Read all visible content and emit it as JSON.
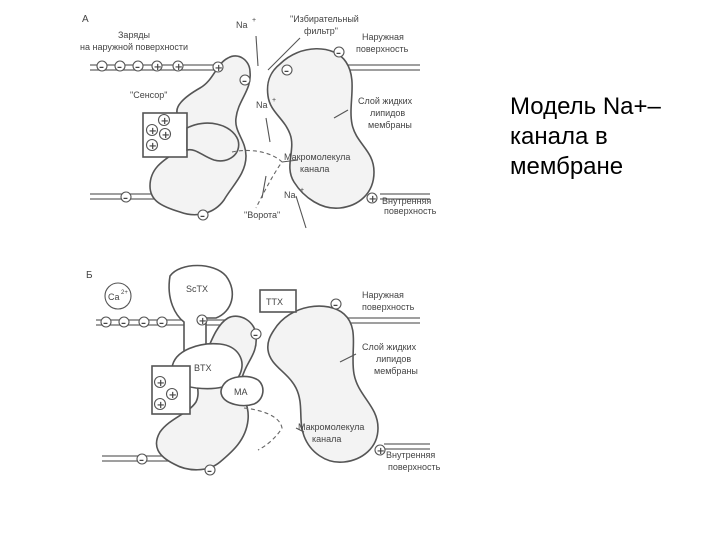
{
  "slide": {
    "title": "Модель Na+–\nканала в\nмембране"
  },
  "panel_a": {
    "letter": "А",
    "charges_outer": [
      "Заряды",
      "на наружной поверхности"
    ],
    "na_top": "Na",
    "na_top_sup": "+",
    "filter": [
      "\"Избирательный",
      "фильтр\""
    ],
    "outer_surface": [
      "Наружная",
      "поверхность"
    ],
    "sensor": "\"Сенсор\"",
    "na_mid": "Na",
    "na_mid_sup": "+",
    "lipid_layer": [
      "Слой жидких",
      "липидов",
      "мембраны"
    ],
    "macromolecule": [
      "Макромолекула",
      "канала"
    ],
    "na_bottom": "Na",
    "na_bottom_sup": "+",
    "inner_surface": [
      "Внутренняя",
      "поверхность"
    ],
    "gate": "\"Ворота\""
  },
  "panel_b": {
    "letter": "Б",
    "ca": "Ca",
    "ca_sup": "2+",
    "sctx": "ScTX",
    "ttx": "TTX",
    "outer_surface": [
      "Наружная",
      "поверхность"
    ],
    "btx": "BTX",
    "lipid_layer": [
      "Слой жидких",
      "липидов",
      "мембраны"
    ],
    "ma": "MA",
    "macromolecule": [
      "Макромолекула",
      "канала"
    ],
    "inner_surface": [
      "Внутренняя",
      "поверхность"
    ]
  },
  "icons": [
    "plus-charge-icon",
    "minus-charge-icon",
    "arrow-icon"
  ],
  "colors": {
    "background": "#ffffff",
    "ink": "#444444",
    "title": "#000000"
  }
}
